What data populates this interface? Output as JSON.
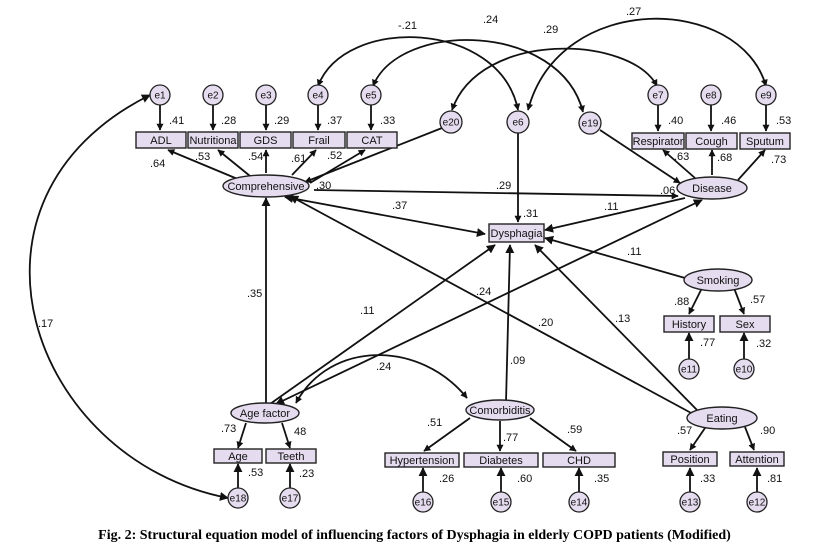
{
  "caption": "Fig. 2: Structural equation model of influencing factors of Dysphagia in elderly COPD patients (Modified)",
  "observed": {
    "adl": "ADL",
    "nutrition": "Nutritiona",
    "gds": "GDS",
    "frail": "Frail",
    "cat": "CAT",
    "dysphagia": "Dysphagia",
    "respiratory": "Respirator",
    "cough": "Cough",
    "sputum": "Sputum",
    "history": "History",
    "sex": "Sex",
    "age": "Age",
    "teeth": "Teeth",
    "hypertension": "Hypertension",
    "diabetes": "Diabetes",
    "chd": "CHD",
    "position": "Position",
    "attention": "Attention"
  },
  "latent": {
    "comprehensive": "Comprehensive",
    "disease": "Disease",
    "smoking": "Smoking",
    "age_factor": "Age factor",
    "comorbidities": "Comorbiditis",
    "eating": "Eating"
  },
  "errors": {
    "e1": "e1",
    "e2": "e2",
    "e3": "e3",
    "e4": "e4",
    "e5": "e5",
    "e6": "e6",
    "e7": "e7",
    "e8": "e8",
    "e9": "e9",
    "e10": "e10",
    "e11": "e11",
    "e12": "e12",
    "e13": "e13",
    "e14": "e14",
    "e15": "e15",
    "e16": "e16",
    "e17": "e17",
    "e18": "e18",
    "e19": "e19",
    "e20": "e20"
  },
  "coefficients": {
    "cov_top_a": "-.21",
    "cov_top_b": ".24",
    "cov_top_c": ".29",
    "cov_top_d": ".27",
    "r2_adl": ".41",
    "r2_nutrition": ".28",
    "r2_gds": ".29",
    "r2_frail": ".37",
    "r2_cat": ".33",
    "load_adl": ".64",
    "load_nutrition": ".53",
    "load_gds": ".54",
    "load_frail": ".61",
    "load_cat": ".52",
    "comp_disease": ".30",
    "r2_respiratory": ".40",
    "r2_cough": ".46",
    "r2_sputum": ".53",
    "load_respiratory": ".63",
    "load_cough": ".68",
    "load_sputum": ".73",
    "disease_r2": ".06",
    "e6_dysphagia": ".29",
    "r2_dysphagia": ".31",
    "comp_dysphagia": ".37",
    "disease_dysphagia": ".11",
    "smoking_dysphagia": ".11",
    "r2_history": ".88",
    "r2_sex": ".57",
    "load_history": ".77",
    "load_sex": ".32",
    "agef_comp": ".35",
    "agef_dysphagia": ".11",
    "agef_disease": ".24",
    "eating_comp": ".20",
    "eating_dysphagia": ".13",
    "e18_e1": ".17",
    "agef_comorb": ".24",
    "comorb_dysphagia": ".09",
    "load_age": ".73",
    "load_teeth": "48",
    "r2_age": ".53",
    "r2_teeth": ".23",
    "load_hypertension": ".51",
    "load_diabetes": ".77",
    "load_chd": ".59",
    "r2_hypertension": ".26",
    "r2_diabetes": ".60",
    "r2_chd": ".35",
    "load_position": ".57",
    "load_attention": ".90",
    "r2_position": ".33",
    "r2_attention": ".81"
  }
}
